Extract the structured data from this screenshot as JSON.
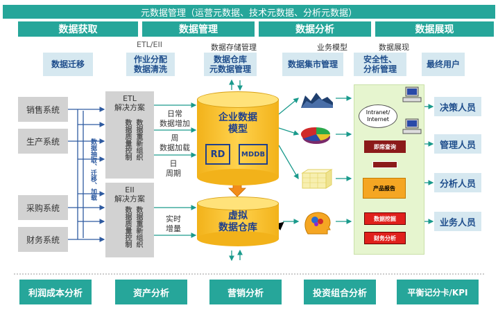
{
  "top_banner": "元数据管理（运营元数据、技术元数据、分析元数据）",
  "categories": [
    "数据获取",
    "数据管理",
    "数据分析",
    "数据展现"
  ],
  "top_labels": {
    "etl_eii": "ETL/EII",
    "storage_mgmt": "数据存储管理",
    "business_model": "业务模型",
    "data_display": "数据展现"
  },
  "function_boxes": {
    "migration": "数据迁移",
    "task_line1": "作业分配",
    "task_line2": "数据清洗",
    "dw_line1": "数据仓库",
    "dw_line2": "元数据管理",
    "mart": "数据集市管理",
    "sec_line1": "安全性、",
    "sec_line2": "分析管理",
    "end_user": "最终用户"
  },
  "source_systems": [
    "销售系统",
    "生产系统",
    "采购系统",
    "财务系统"
  ],
  "extract_vertical": "数据抽取、迁移、加载",
  "etl_panel": {
    "title_line1": "ETL",
    "title_line2": "解决方案",
    "col1": "数据重新组织",
    "col2": "数据质量控制"
  },
  "eii_panel": {
    "title_line1": "EII",
    "title_line2": "解决方案",
    "col1": "数据重新组织",
    "col2": "数据质量控制"
  },
  "load_labels": {
    "daily_1": "日常",
    "daily_2": "数据增加",
    "weekly_1": "周",
    "weekly_2": "数据加载",
    "period_1": "日",
    "period_2": "周期",
    "realtime_1": "实时",
    "realtime_2": "增量"
  },
  "edw": {
    "title_line1": "企业数据",
    "title_line2": "模型",
    "rd": "RD",
    "mddb": "MDDB"
  },
  "vdw": {
    "title_line1": "虚拟",
    "title_line2": "数据仓库"
  },
  "portal": {
    "intranet_1": "Intranet/",
    "intranet_2": "Internet",
    "instant_query": "即席查询",
    "product_report": "产品报告",
    "data_mining": "数据挖掘",
    "finance_analysis": "财务分析"
  },
  "roles": [
    "决策人员",
    "管理人员",
    "分析人员",
    "业务人员"
  ],
  "bottom_buttons": [
    "利润成本分析",
    "资产分析",
    "营销分析",
    "投资组合分析",
    "平衡记分卡/KPI"
  ]
}
